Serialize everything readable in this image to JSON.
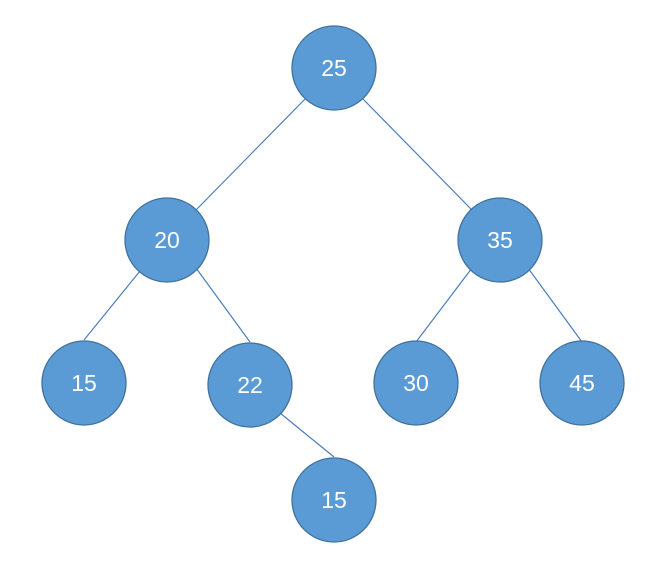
{
  "colors": {
    "node_fill": "#5b9bd5",
    "node_stroke": "#41719c",
    "edge": "#4a7ebb",
    "label": "#ffffff"
  },
  "nodes": {
    "root": {
      "value": "25"
    },
    "n20": {
      "value": "20"
    },
    "n35": {
      "value": "35"
    },
    "n15a": {
      "value": "15"
    },
    "n22": {
      "value": "22"
    },
    "n30": {
      "value": "30"
    },
    "n45": {
      "value": "45"
    },
    "n15b": {
      "value": "15"
    }
  },
  "edges": [
    [
      "root",
      "n20"
    ],
    [
      "root",
      "n35"
    ],
    [
      "n20",
      "n15a"
    ],
    [
      "n20",
      "n22"
    ],
    [
      "n35",
      "n30"
    ],
    [
      "n35",
      "n45"
    ],
    [
      "n22",
      "n15b"
    ]
  ]
}
